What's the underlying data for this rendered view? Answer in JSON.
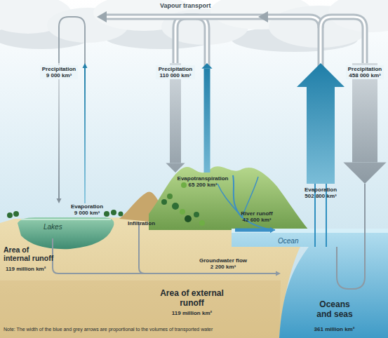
{
  "diagram": {
    "nodes": [
      {
        "text": [
          "Vapour transport"
        ]
      },
      {
        "text": [
          "Area of internal runoff",
          "119 million km²"
        ]
      },
      {
        "text": [
          "Lakes"
        ],
        "in": 1
      },
      {
        "text": [
          "Area of external runoff",
          "119 million km²"
        ]
      },
      {
        "text": [
          "Oceans and seas",
          "361 million km²"
        ]
      },
      {
        "text": [
          "Ocean"
        ]
      }
    ],
    "edges": [
      {
        "from": 0,
        "to": 1,
        "label": "Precipitation 9 000 km³",
        "arrow": "to"
      },
      {
        "from": 1,
        "to": 0,
        "label": "Evaporation 9 000 km³",
        "arrow": "to"
      },
      {
        "from": 0,
        "to": 3,
        "label": "Precipitation 110 000 km³",
        "arrow": "to"
      },
      {
        "from": 3,
        "to": 0,
        "label": "Evapotranspiration 65 200 km³",
        "arrow": "to"
      },
      {
        "from": 4,
        "to": 0,
        "label": "Evaporation 502 800 km³",
        "arrow": "to"
      },
      {
        "from": 0,
        "to": 4,
        "label": "Precipitation 458 000 km³",
        "arrow": "to"
      },
      {
        "from": 3,
        "to": 5,
        "label": "River runoff 42 600 km³",
        "arrow": "to"
      },
      {
        "from": 1,
        "to": 4,
        "label": "Groundwater flow 2 200 km³",
        "arrow": "to"
      }
    ],
    "labels": [
      "Infiltration",
      "Note: The width of the blue and grey arrows are proportional to the volumes of transported water"
    ]
  }
}
